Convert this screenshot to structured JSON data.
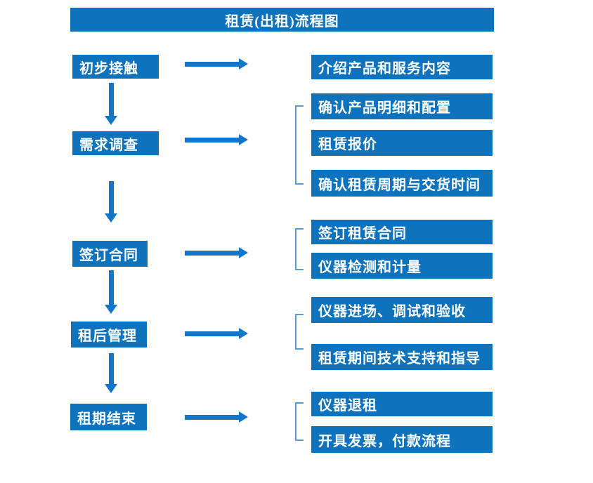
{
  "title": "租赁(出租)流程图",
  "colors": {
    "box_blue": "#0e72bd",
    "arrow_blue": "#1176cb",
    "bracket_blue": "#5b9bd5",
    "text_white": "#ffffff",
    "background": "#ffffff"
  },
  "stages": [
    {
      "label": "初步接触",
      "outputs": [
        "介绍产品和服务内容"
      ]
    },
    {
      "label": "需求调查",
      "outputs": [
        "确认产品明细和配置",
        "租赁报价",
        "确认租赁周期与交货时间"
      ]
    },
    {
      "label": "签订合同",
      "outputs": [
        "签订租赁合同",
        "仪器检测和计量"
      ]
    },
    {
      "label": "租后管理",
      "outputs": [
        "仪器进场、调试和验收",
        "租赁期间技术支持和指导"
      ]
    },
    {
      "label": "租期结束",
      "outputs": [
        "仪器退租",
        "开具发票，付款流程"
      ]
    }
  ]
}
